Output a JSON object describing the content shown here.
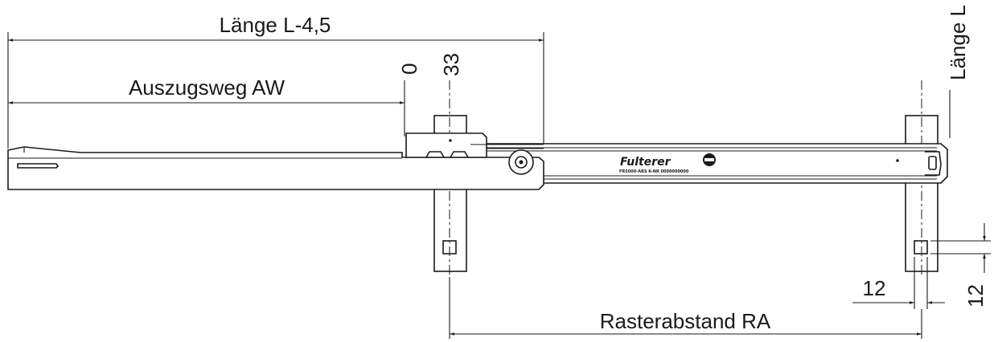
{
  "dimensions": {
    "length_minus": "Länge L-4,5",
    "travel": "Auszugsweg AW",
    "zero": "0",
    "offset_33": "33",
    "length_l": "Länge L",
    "grid_pitch": "Rasterabstand RA",
    "hole_width": "12",
    "hole_height": "12"
  },
  "brand": {
    "logo_text": "Fulterer",
    "small_print": "FR5000-ABS  K-NR  0000000000"
  }
}
